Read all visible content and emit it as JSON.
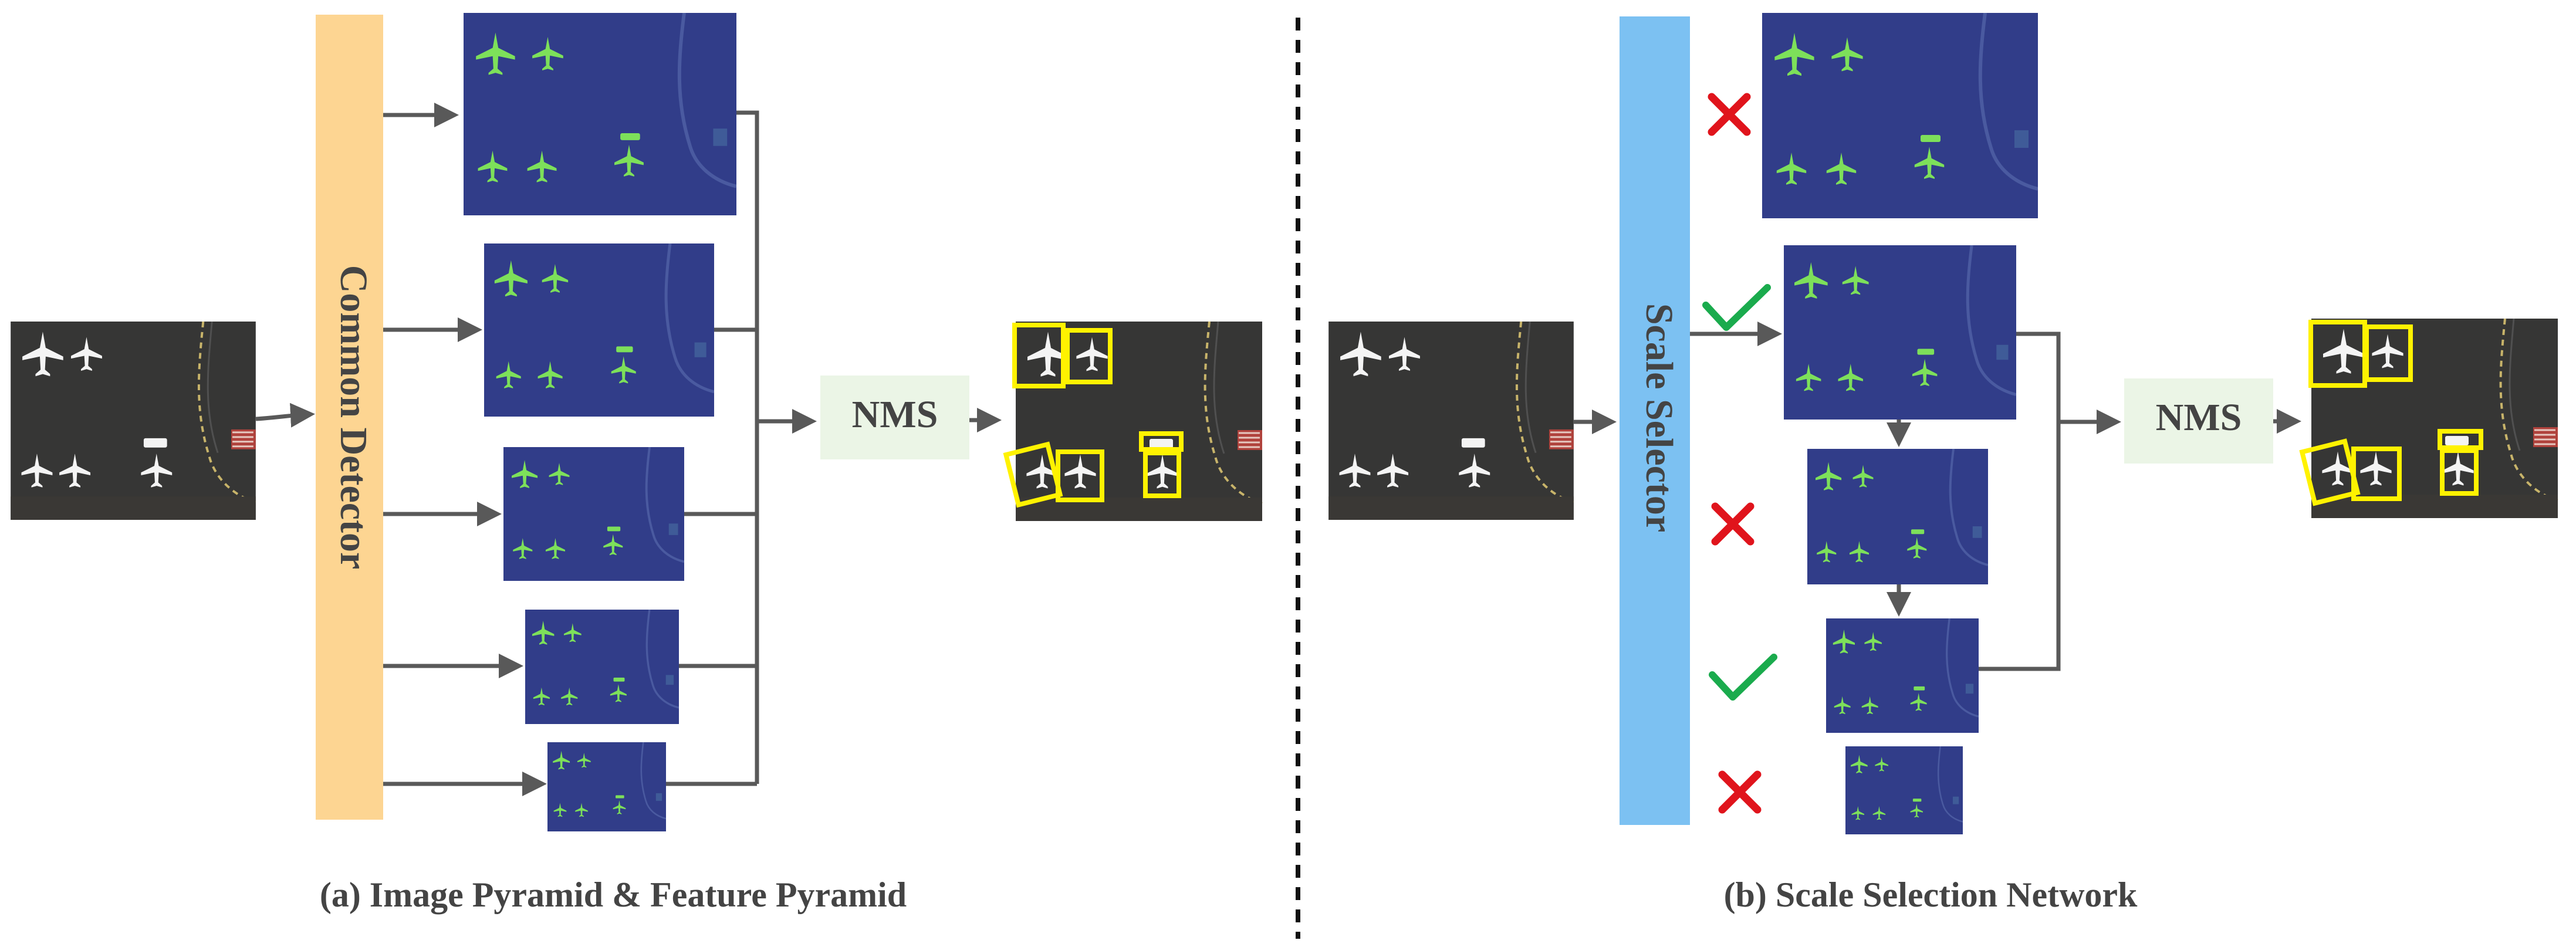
{
  "panel_a": {
    "detector_label": "Common Detector",
    "nms_label": "NMS",
    "caption": "(a) Image Pyramid & Feature Pyramid"
  },
  "panel_b": {
    "selector_label": "Scale Selector",
    "nms_label": "NMS",
    "caption": "(b) Scale Selection Network",
    "scale_marks": [
      "rejected",
      "selected",
      "rejected",
      "selected",
      "rejected"
    ]
  },
  "colors": {
    "detector_bar": "#FDD592",
    "selector_bar": "#7CC1F2",
    "nms_box": "#EBF5E6",
    "feature_map": "#34408A",
    "detection_box": "#FFF200",
    "check_mark": "#1AAB4D",
    "cross_mark": "#E0141C",
    "connector": "#595959"
  }
}
